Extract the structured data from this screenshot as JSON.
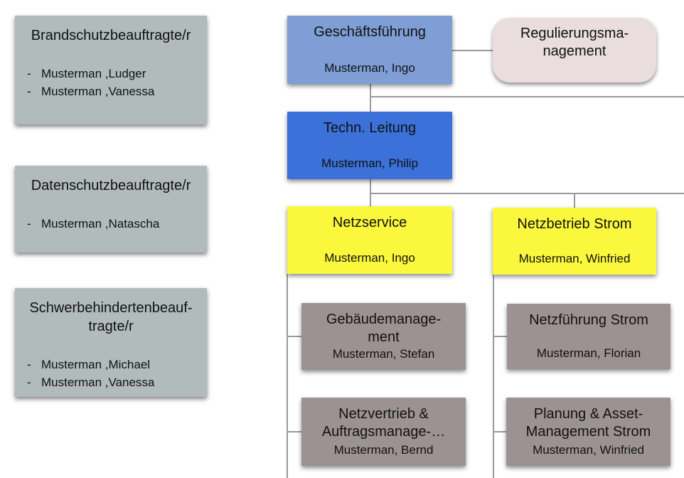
{
  "colors": {
    "info_box": "#b1bbbc",
    "level1_blue": "#7e9ed5",
    "level2_blue": "#3b71d8",
    "level3_yellow": "#faf73c",
    "staff_pink": "#e9dddd",
    "dept_gray": "#9c9292",
    "connector": "#9a9a9a",
    "text": "#111111",
    "background": "#ffffff"
  },
  "left_panels": [
    {
      "title": "Brandschutzbeauftragte/r",
      "members": [
        "Musterman ,Ludger",
        "Musterman ,Vanessa"
      ]
    },
    {
      "title": "Datenschutzbeauftragte/r",
      "members": [
        "Musterman ,Natascha"
      ]
    },
    {
      "title": "Schwerbehindertenbeauf-\ntragte/r",
      "members": [
        "Musterman ,Michael",
        "Musterman ,Vanessa"
      ]
    }
  ],
  "org_chart": {
    "nodes": {
      "geschaeftsfuehrung": {
        "title": "Geschäftsführung",
        "name": "Musterman, Ingo"
      },
      "regulierungsmanagement": {
        "title": "Regulierungsma-\nnagement",
        "name": ""
      },
      "techn_leitung": {
        "title": "Techn. Leitung",
        "name": "Musterman, Philip"
      },
      "netzservice": {
        "title": "Netzservice",
        "name": "Musterman, Ingo"
      },
      "netzbetrieb_strom": {
        "title": "Netzbetrieb Strom",
        "name": "Musterman, Winfried"
      },
      "gebaeudemanagement": {
        "title": "Gebäudemanage-\nment",
        "name": "Musterman, Stefan"
      },
      "netzfuehrung_strom": {
        "title": "Netzführung Strom",
        "name": "Musterman, Florian"
      },
      "netzvertrieb_auftragsmanagement": {
        "title": "Netzvertrieb &\nAuftragsmanage-…",
        "name": "Musterman, Bernd"
      },
      "planung_asset_management_strom": {
        "title": "Planung & Asset-\nManagement Strom",
        "name": "Musterman, Winfried"
      }
    }
  }
}
